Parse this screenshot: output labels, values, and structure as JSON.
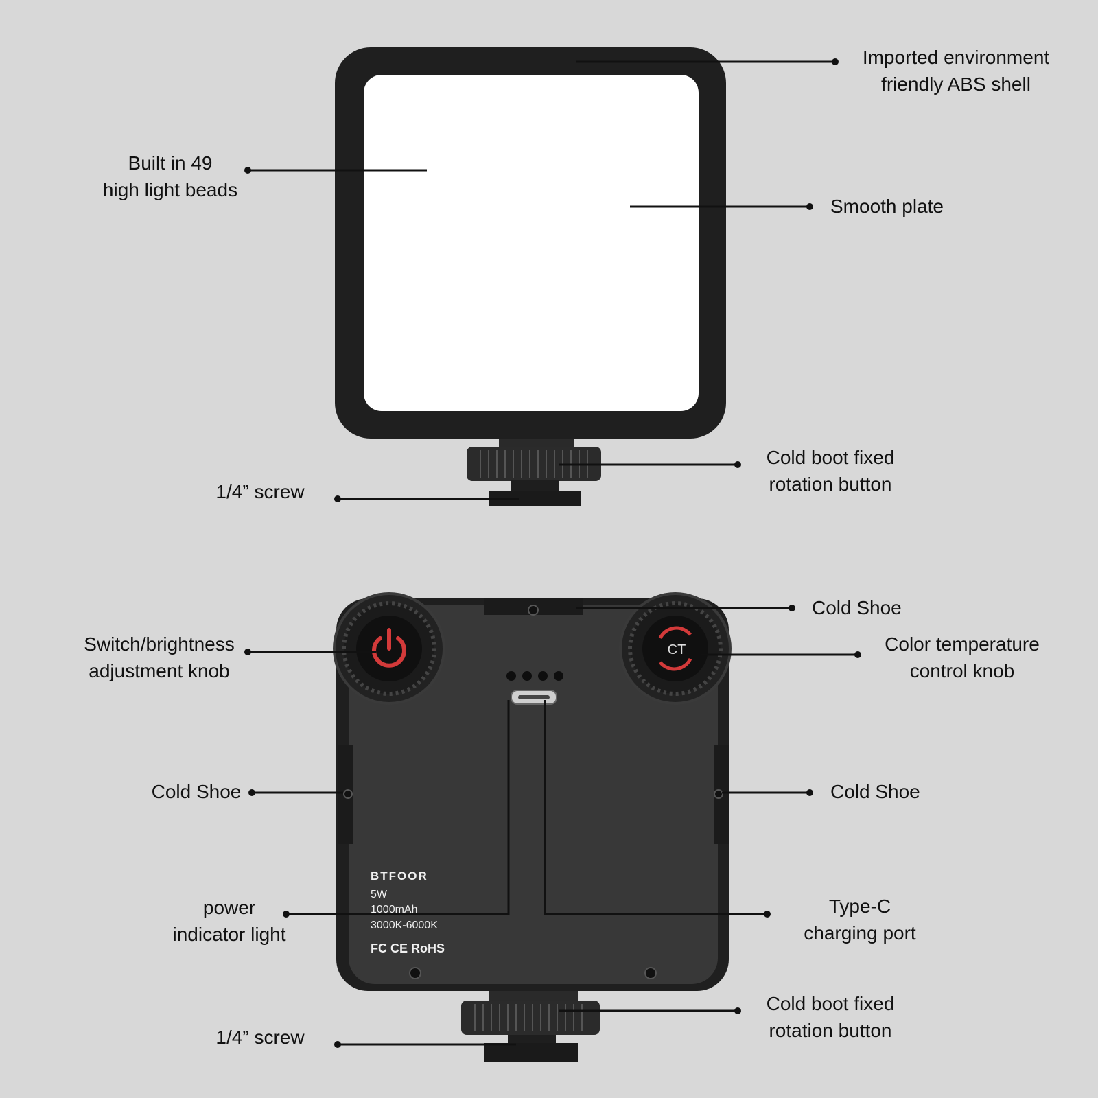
{
  "colors": {
    "background": "#d8d8d8",
    "body": "#1f1f1f",
    "panel": "#3a3a3a",
    "diffuser": "#ffffff",
    "accent_red": "#d33a3a",
    "leader": "#111111"
  },
  "front_view": {
    "labels": {
      "shell": {
        "line1": "Imported environment",
        "line2": "friendly ABS shell"
      },
      "beads": {
        "line1": "Built in 49",
        "line2": "high light beads"
      },
      "plate": {
        "line1": "Smooth plate"
      },
      "boot_rotation": {
        "line1": "Cold boot fixed",
        "line2": "rotation button"
      },
      "screw": {
        "line1": "1/4” screw"
      }
    }
  },
  "back_view": {
    "labels": {
      "cold_shoe_top": {
        "line1": "Cold Shoe"
      },
      "switch_knob": {
        "line1": "Switch/brightness",
        "line2": "adjustment knob"
      },
      "ct_knob": {
        "line1": "Color temperature",
        "line2": "control knob"
      },
      "cold_shoe_left": {
        "line1": "Cold Shoe"
      },
      "cold_shoe_right": {
        "line1": "Cold Shoe"
      },
      "power_indicator": {
        "line1": "power",
        "line2": "indicator light"
      },
      "type_c": {
        "line1": "Type-C",
        "line2": "charging port"
      },
      "boot_rotation": {
        "line1": "Cold boot fixed",
        "line2": "rotation button"
      },
      "screw": {
        "line1": "1/4” screw"
      }
    },
    "device_print": {
      "brand": "BTFOOR",
      "power": "5W",
      "battery": "1000mAh",
      "color_range": "3000K-6000K",
      "certifications": "FC CE RoHS",
      "ct_knob_text": "CT"
    },
    "power_icon": "power-icon"
  }
}
